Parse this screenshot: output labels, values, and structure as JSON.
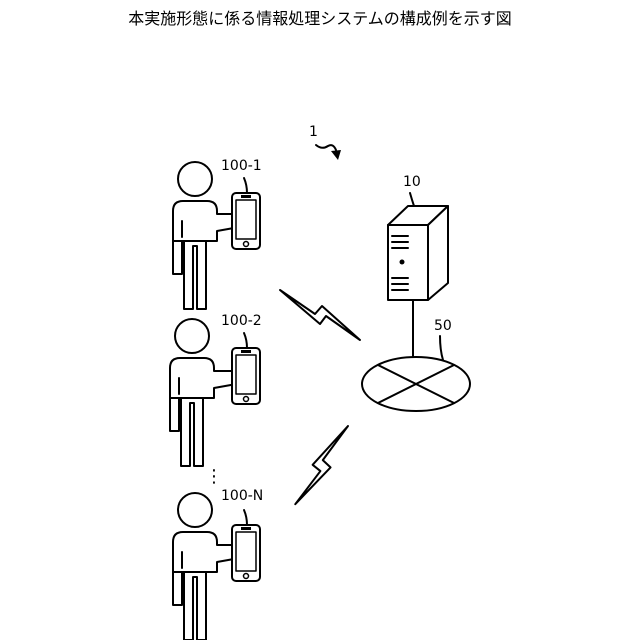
{
  "title": "本実施形態に係る情報処理システムの構成例を示す図",
  "labels": {
    "system": "1",
    "server": "10",
    "network": "50",
    "terminal_1": "100-1",
    "terminal_2": "100-2",
    "terminal_n": "100-N",
    "ellipsis": "⋮"
  }
}
